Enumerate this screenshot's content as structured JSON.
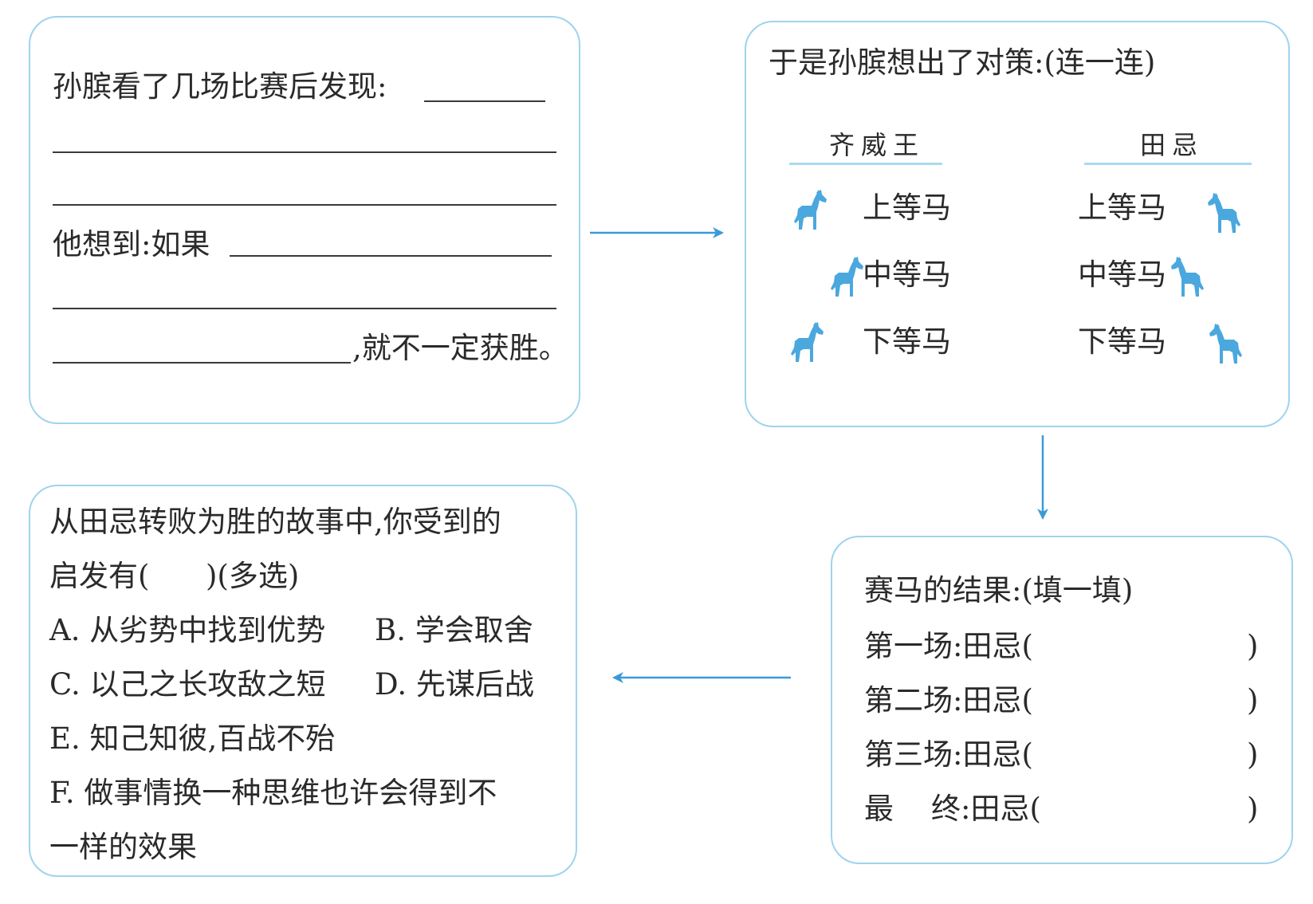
{
  "discovery_box": {
    "line1": "孙膑看了几场比赛后发现:",
    "line2": "他想到:如果",
    "line3": ",就不一定获胜。"
  },
  "strategy_box": {
    "title": "于是孙膑想出了对策:(连一连)",
    "left_header": "齐威王",
    "right_header": "田忌",
    "left_horses": [
      "上等马",
      "中等马",
      "下等马"
    ],
    "right_horses": [
      "上等马",
      "中等马",
      "下等马"
    ],
    "horse_icon": "horse-icon",
    "accent_color": "#4aa8de"
  },
  "result_box": {
    "title": "赛马的结果:(填一填)",
    "rows": [
      {
        "label": "第一场:田忌(",
        "close": ")"
      },
      {
        "label": "第二场:田忌(",
        "close": ")"
      },
      {
        "label": "第三场:田忌(",
        "close": ")"
      },
      {
        "label": "最    终:田忌(",
        "close": ")"
      }
    ]
  },
  "lesson_box": {
    "line1": "从田忌转败为胜的故事中,你受到的",
    "line2": "启发有(      )(多选)",
    "option_a": "A. 从劣势中找到优势",
    "option_b": "B. 学会取舍",
    "option_c": "C. 以己之长攻敌之短",
    "option_d": "D. 先谋后战",
    "option_e": "E. 知己知彼,百战不殆",
    "option_f1": "F. 做事情换一种思维也许会得到不",
    "option_f2": "一样的效果"
  },
  "colors": {
    "border": "#9fd3ee",
    "arrow": "#3a9ad9",
    "horse": "#4aa8de"
  }
}
